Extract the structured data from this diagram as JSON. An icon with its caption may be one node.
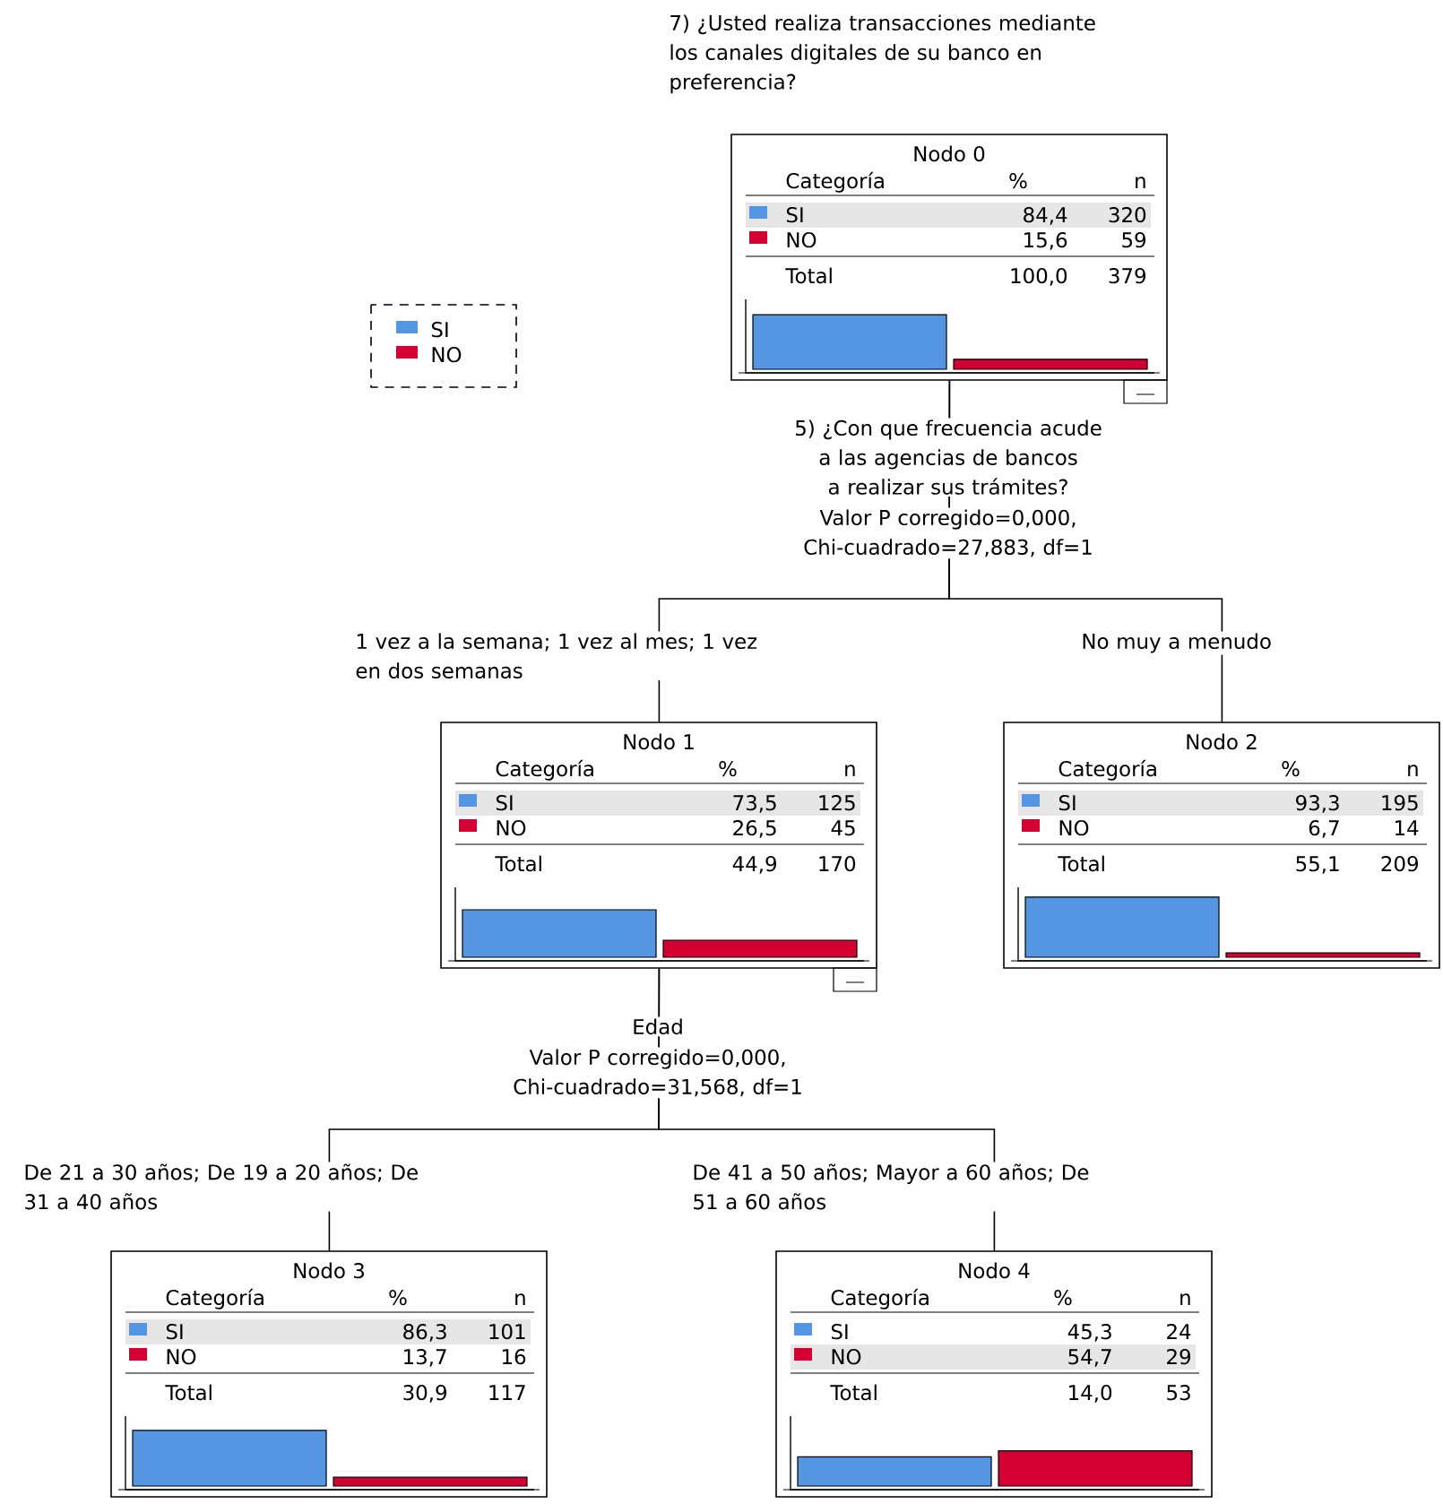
{
  "diagram": {
    "title": "7) ¿Usted realiza transacciones mediante los canales digitales de su banco en preferencia?",
    "nodes": [
      {
        "text": [
          "Nodo 0",
          "Categoría",
          "%",
          "n",
          "SI",
          "84,4",
          "320",
          "NO",
          "15,6",
          "59",
          "Total",
          "100,0",
          "379"
        ]
      },
      {
        "text": [
          "Nodo 1",
          "Categoría",
          "%",
          "n",
          "SI",
          "73,5",
          "125",
          "NO",
          "26,5",
          "45",
          "Total",
          "44,9",
          "170"
        ]
      },
      {
        "text": [
          "Nodo 2",
          "Categoría",
          "%",
          "n",
          "SI",
          "93,3",
          "195",
          "NO",
          "6,7",
          "14",
          "Total",
          "55,1",
          "209"
        ]
      },
      {
        "text": [
          "Nodo 3",
          "Categoría",
          "%",
          "n",
          "SI",
          "86,3",
          "101",
          "NO",
          "13,7",
          "16",
          "Total",
          "30,9",
          "117"
        ]
      },
      {
        "text": [
          "Nodo 4",
          "Categoría",
          "%",
          "n",
          "SI",
          "45,3",
          "24",
          "NO",
          "54,7",
          "29",
          "Total",
          "14,0",
          "53"
        ]
      }
    ],
    "edges": [
      {
        "from": 0,
        "to": 1,
        "arrow": "none",
        "label": "1 vez a la semana; 1 vez al mes; 1 vez en dos semanas"
      },
      {
        "from": 0,
        "to": 2,
        "arrow": "none",
        "label": "No muy a menudo"
      },
      {
        "from": 1,
        "to": 3,
        "arrow": "none",
        "label": "De 21 a 30 años; De 19 a 20 años; De 31 a 40 años"
      },
      {
        "from": 1,
        "to": 4,
        "arrow": "none",
        "label": "De 41 a 50 años; Mayor a 60 años; De 51 a 60 años"
      }
    ],
    "labels": [
      "5) ¿Con que frecuencia acude a las agencias de bancos a realizar sus trámites?",
      "Valor P corregido=0,000, Chi-cuadrado=27,883, df=1",
      "Edad",
      "Valor P corregido=0,000, Chi-cuadrado=31,568, df=1"
    ],
    "legend": [
      {
        "text": "SI",
        "color": "#5596e3"
      },
      {
        "text": "NO",
        "color": "#d40032"
      }
    ]
  }
}
